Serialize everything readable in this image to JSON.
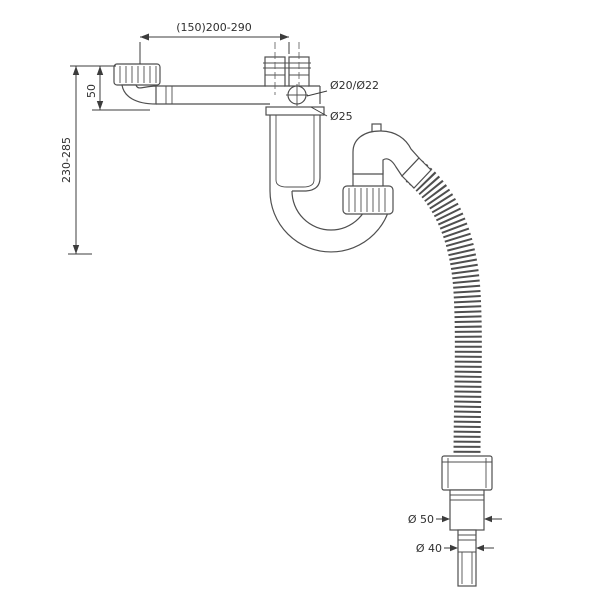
{
  "colors": {
    "background": "#ffffff",
    "drawing_line": "#4f4f4f",
    "dimension_line": "#3c3c3c",
    "text": "#2f2f2f"
  },
  "dims": {
    "top": "(150)200-290",
    "v50": "50",
    "v230": "230-285",
    "d2022": "Ø20/Ø22",
    "d25": "Ø25",
    "d50": "Ø 50",
    "d40": "Ø 40"
  }
}
